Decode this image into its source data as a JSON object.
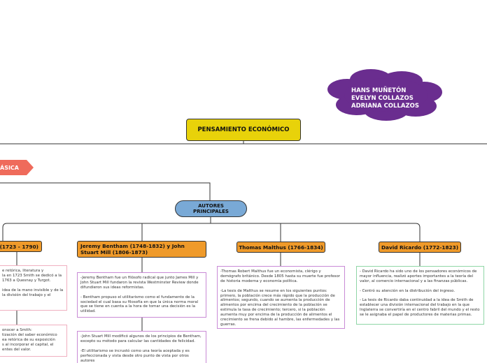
{
  "authors_cloud": {
    "names": [
      "HANS MUÑETÓN",
      "EVELYN COLLAZOS",
      "ADRIANA COLLAZOS"
    ],
    "color": "#6a2d8f"
  },
  "root": {
    "label": "PENSAMIENTO ECONÓMICO",
    "color": "#e8d20a"
  },
  "branch": {
    "label": "ÁSICA",
    "color": "#ef6b5b"
  },
  "principales": {
    "label_line1": "AUTORES",
    "label_line2": "PRINCIPALES",
    "color": "#79a9d6"
  },
  "authors": [
    {
      "key": "smith",
      "label": "(1723 - 1790)"
    },
    {
      "key": "bentham",
      "label": "Jeremy Bentham (1748-1832) y John Stuart Mill (1806-1873)"
    },
    {
      "key": "malthus",
      "label": "Thomas Malthus (1766-1834)"
    },
    {
      "key": "ricardo",
      "label": "David Ricardo (1772-1823)"
    }
  ],
  "boxes": {
    "smith1": "e retórica, literatura y\nla en 1723 Smith se dedicó a la\n1763 a Quesnay y Turgot.\n\nidea de la mano invisible y de la\nla división del trabajo y el",
    "smith2": "onocer a Smith:\ntización del saber económico\nea retórica de su exposición\ns al incorporar el capital, el\nentes del valor.",
    "bentham1": "-Jeremy Bentham fue un filósofo radical que junto James Mill y John Stuart Mill fundaron la revista Westminster Review donde difundieron sus ideas reformistas.\n\n- Bentham propuso el utilitarismo como el fundamento de la sociedad el cual basa su filosofía en que la única norma moral que se tiene en cuenta a la hora de tomar una decisión es la utilidad.",
    "bentham2": "-John Stuart Mill modificó algunos de los principios de Bentham, excepto su método para calcular las cantidades de felicidad.\n\n-El utilitarismo se incrustó como una teoría aceptada y es perfeccionada y vista desde otro punto de vista por otros autores",
    "malthus": "-Thomas Robert Malthus fue un economista, clérigo y demógrafo británico. Desde 1805 hasta su muerte fue profesor de historia moderna y economía política.\n\n-La tesis de Malthus se resume en los siguientes puntos: primero, la población crece más rápido que la producción de alimentos; segundo, cuando se aumenta la producción de alimentos por encima del crecimiento de la población se estimula la tasa de crecimiento; tercero, si la población aumenta muy por encima de la producción de alimentos el crecimiento se frena debido al hambre, las enfermedades y las guerras.",
    "ricardo": "- David Ricardo ha sido uno de los pensadores económicos de mayor influencia, realizó aportes importantes a la teoría del valor, al comercio internacional y a las finanzas públicas.\n\n- Centró su atención en la distribución del ingreso.\n\n- La tesis de Ricardo daba continuidad a la idea de Smith de establecer una división internacional del trabajo en la que Inglaterra se convertiría en el centro fabril del mundo y el resto se le asignaba el papel de productores de materias primas."
  }
}
